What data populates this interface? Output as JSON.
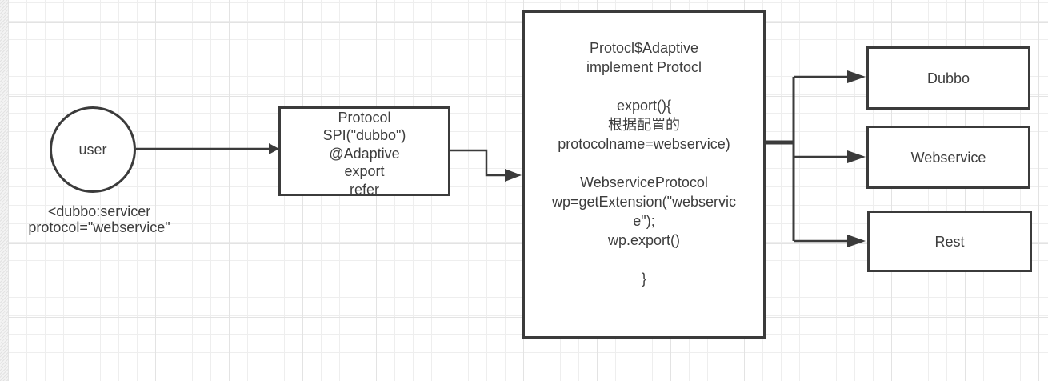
{
  "diagram": {
    "user_node": {
      "label": "user"
    },
    "annotation": {
      "lines": [
        "<dubbo:servicer",
        "protocol=\"webservice\""
      ]
    },
    "spi_node": {
      "lines": [
        "Protocol",
        "SPI(\"dubbo\")",
        "@Adaptive",
        "export",
        "refer"
      ]
    },
    "adaptive_node": {
      "lines": [
        "Protocl$Adaptive",
        "implement Protocl",
        "",
        "export(){",
        "根据配置的",
        "protocolname=webservice)",
        "",
        "WebserviceProtocol",
        "wp=getExtension(\"webservic",
        "e\");",
        "wp.export()",
        "",
        "}"
      ]
    },
    "protocol_nodes": [
      {
        "label": "Dubbo"
      },
      {
        "label": "Webservice"
      },
      {
        "label": "Rest"
      }
    ],
    "colors": {
      "stroke": "#3b3b3b",
      "text": "#3d3d3d",
      "grid_minor": "#eeeeee",
      "grid_major": "#e3e3e3",
      "canvas": "#ffffff"
    }
  }
}
